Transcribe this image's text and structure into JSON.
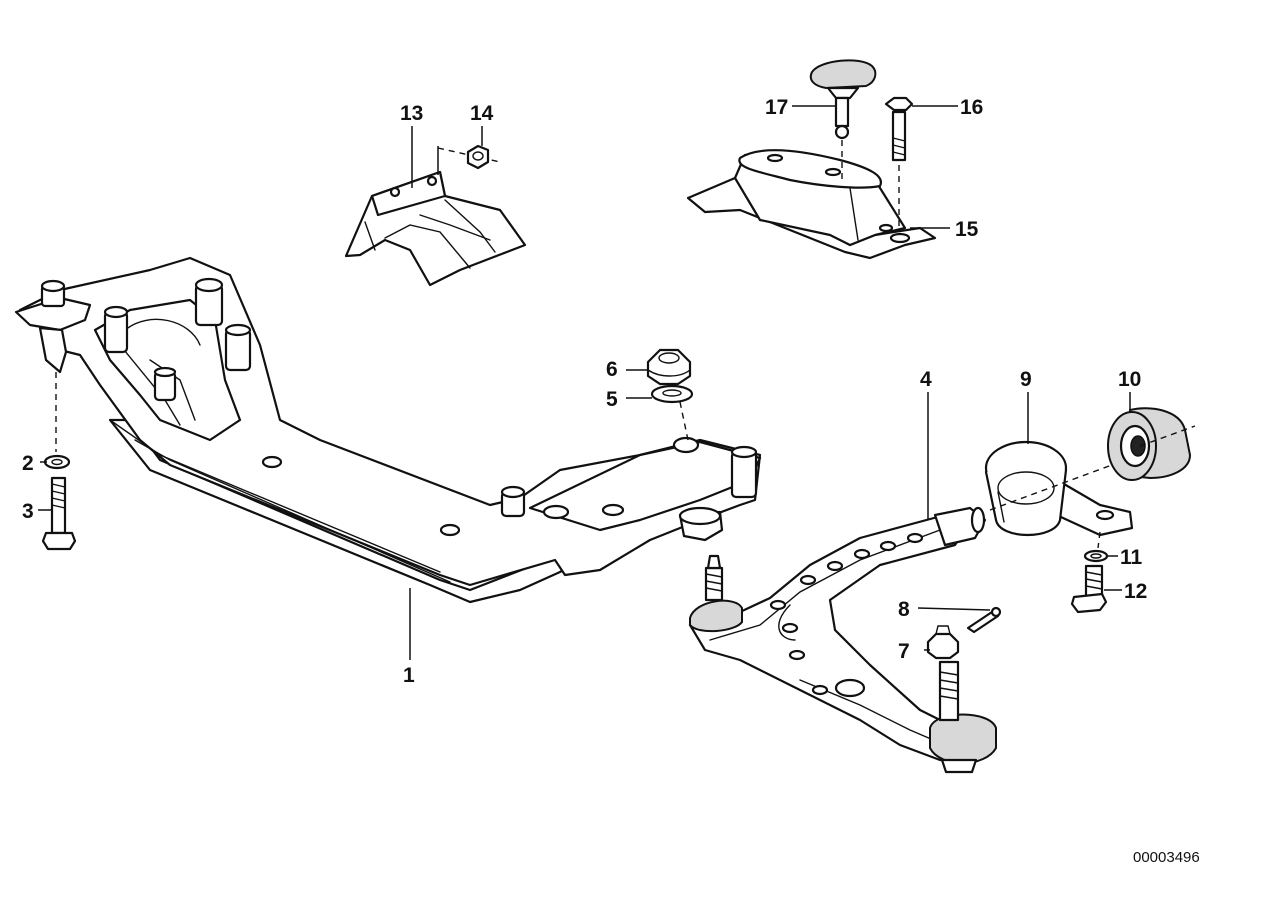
{
  "diagram": {
    "document_number": "00003496",
    "callouts": {
      "c1": "1",
      "c2": "2",
      "c3": "3",
      "c4": "4",
      "c5": "5",
      "c6": "6",
      "c7": "7",
      "c8": "8",
      "c9": "9",
      "c10": "10",
      "c11": "11",
      "c12": "12",
      "c13": "13",
      "c14": "14",
      "c15": "15",
      "c16": "16",
      "c17": "17"
    }
  }
}
